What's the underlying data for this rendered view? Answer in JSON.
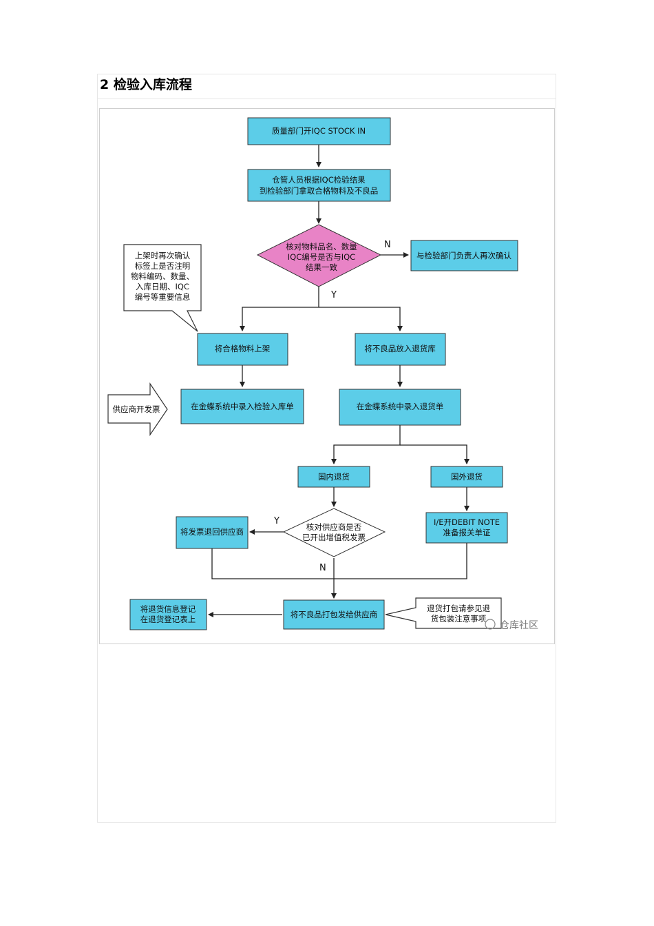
{
  "heading": "2 检验入库流程",
  "nodes": {
    "n1": "质量部门开IQC STOCK IN",
    "n2": [
      "仓管人员根据IQC检验结果",
      "到检验部门拿取合格物料及不良品"
    ],
    "d1": [
      "核对物料品名、数量",
      "IQC编号是否与IQC",
      "结果一致"
    ],
    "n_recheck": "与检验部门负责人再次确认",
    "callout1": [
      "上架时再次确认",
      "标签上是否注明",
      "物料编码、数量、",
      "入库日期、IQC",
      "编号等重要信息"
    ],
    "n_shelf": "将合格物料上架",
    "n_return_store": "将不良品放入退货库",
    "arrow_supplier": "供应商开发票",
    "n_entry_in": "在金蝶系统中录入检验入库单",
    "n_entry_return": "在金蝶系统中录入退货单",
    "n_domestic": "国内退货",
    "n_foreign": "国外退货",
    "d2": [
      "核对供应商是否",
      "已开出增值税发票"
    ],
    "n_invoice_back": "将发票退回供应商",
    "n_debit": [
      "I/E开DEBIT NOTE",
      "准备报关单证"
    ],
    "n_pack": "将不良品打包发给供应商",
    "n_record": [
      "将退货信息登记",
      "在退货登记表上"
    ],
    "callout2": [
      "退货打包请参见退",
      "货包装注意事项"
    ]
  },
  "branch_labels": {
    "n": "N",
    "y": "Y",
    "y2": "Y",
    "n2": "N"
  },
  "watermark": "仓库社区"
}
